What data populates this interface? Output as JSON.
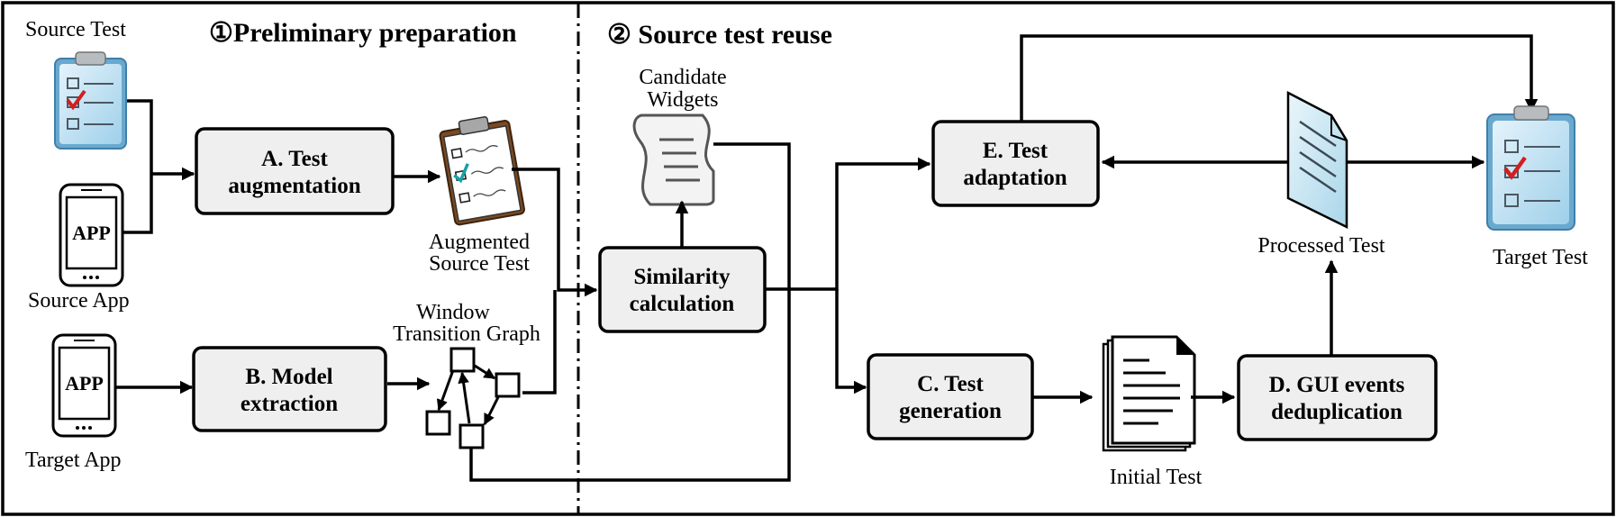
{
  "sections": {
    "preliminary": "①Preliminary preparation",
    "reuse": "② Source test reuse"
  },
  "boxes": {
    "test_augmentation": [
      "A. Test",
      "augmentation"
    ],
    "model_extraction": [
      "B. Model",
      "extraction"
    ],
    "similarity": [
      "Similarity",
      "calculation"
    ],
    "test_adaptation": [
      "E. Test",
      "adaptation"
    ],
    "test_generation": [
      "C. Test",
      "generation"
    ],
    "dedup": [
      "D. GUI events",
      "deduplication"
    ]
  },
  "labels": {
    "source_test": "Source Test",
    "source_app": "Source App",
    "target_app": "Target App",
    "augmented": [
      "Augmented",
      "Source Test"
    ],
    "wtg": [
      "Window",
      "Transition Graph"
    ],
    "candidate": [
      "Candidate",
      "Widgets"
    ],
    "processed": "Processed Test",
    "target_test": "Target Test",
    "initial": "Initial Test"
  },
  "app_text": "APP"
}
